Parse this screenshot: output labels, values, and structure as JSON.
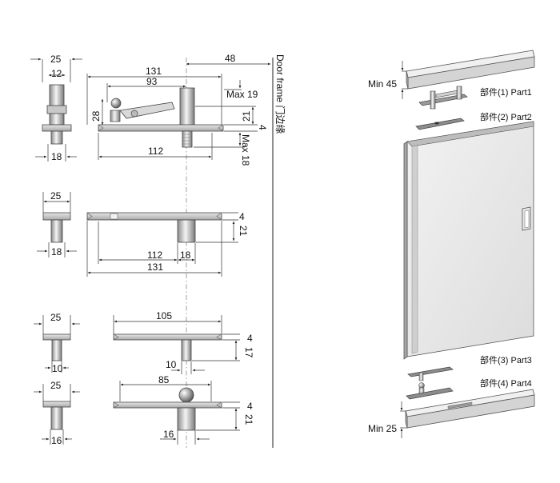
{
  "left_drawing": {
    "door_frame_label": "Door frame 门边缘",
    "top_view": {
      "width_25": "25",
      "width_12": "12",
      "width_18": "18"
    },
    "top_front": {
      "len_131": "131",
      "len_93": "93",
      "offset_48": "48",
      "height_28": "28",
      "max_19": "Max 19",
      "dim_21": "21",
      "dim_4": "4",
      "max_18": "Max 18",
      "len_112": "112"
    },
    "part2_side": {
      "width_25": "25",
      "width_18": "18"
    },
    "part2_front": {
      "dim_4": "4",
      "dim_21": "21",
      "len_112": "112",
      "dia_18": "18",
      "len_131": "131"
    },
    "part3_side": {
      "width_25": "25",
      "width_10": "10"
    },
    "part3_front": {
      "len_105": "105",
      "dim_4": "4",
      "dim_17": "17",
      "dia_10": "10"
    },
    "part4_side": {
      "width_25": "25",
      "width_16": "16"
    },
    "part4_front": {
      "len_85": "85",
      "dim_4": "4",
      "dim_21": "21",
      "dia_16": "16"
    }
  },
  "right_drawing": {
    "min_top": "Min 45",
    "part1": "部件(1) Part1",
    "part2": "部件(2) Part2",
    "part3": "部件(3) Part3",
    "part4": "部件(4) Part4",
    "min_bottom": "Min 25"
  }
}
